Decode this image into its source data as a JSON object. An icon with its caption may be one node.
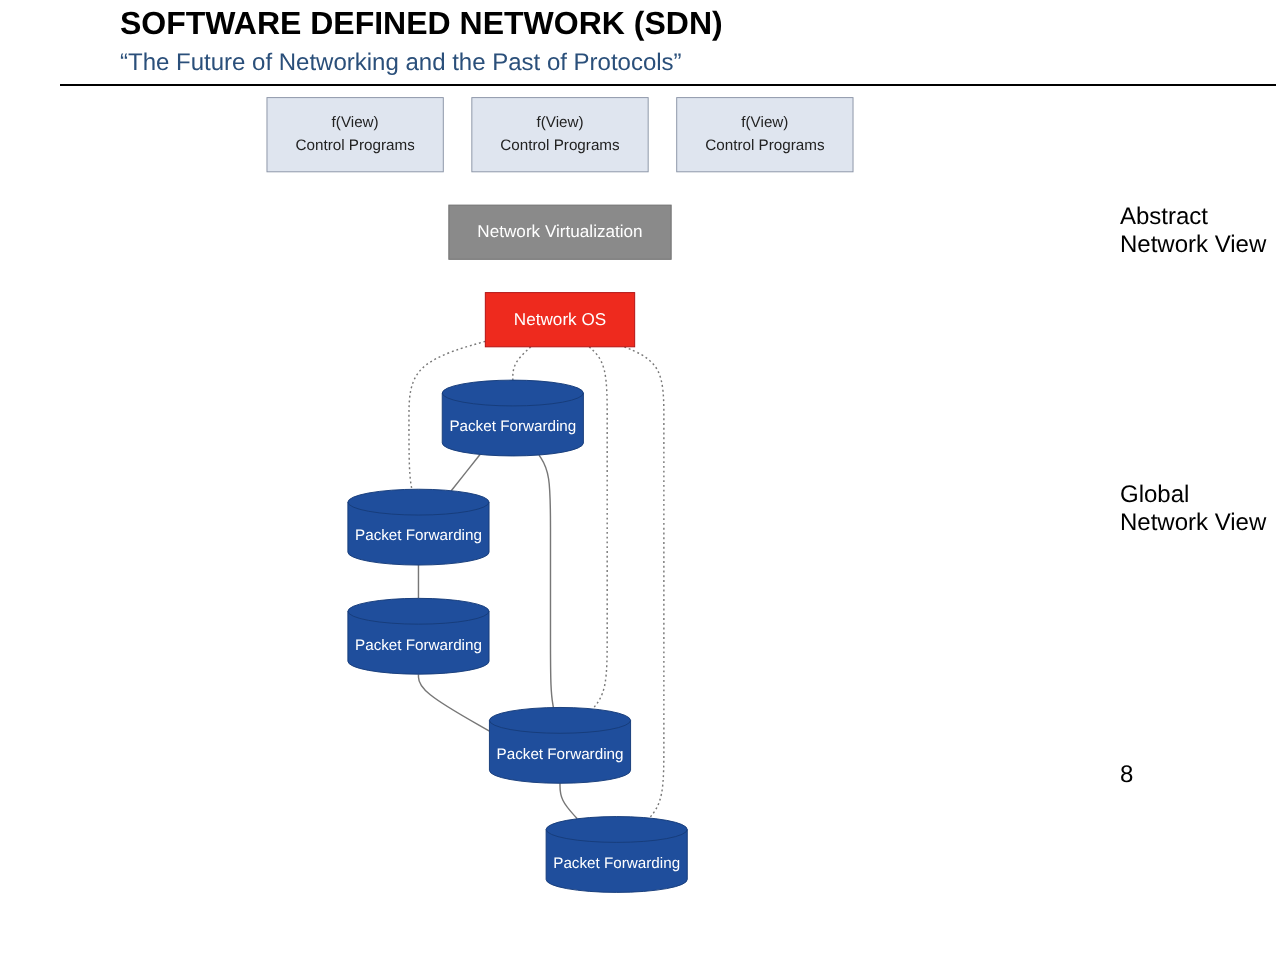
{
  "diagram": {
    "title": "SOFTWARE DEFINED NETWORK (SDN)",
    "nodes": [
      {
        "text": [
          "f(View)",
          "Control Programs"
        ]
      },
      {
        "text": [
          "f(View)",
          "Control Programs"
        ]
      },
      {
        "text": [
          "f(View)",
          "Control Programs"
        ]
      },
      {
        "text": [
          "Network Virtualization"
        ]
      },
      {
        "text": [
          "Network OS"
        ]
      },
      {
        "text": [
          "Packet Forwarding"
        ]
      },
      {
        "text": [
          "Packet Forwarding"
        ]
      },
      {
        "text": [
          "Packet Forwarding"
        ]
      },
      {
        "text": [
          "Packet Forwarding"
        ]
      },
      {
        "text": [
          "Packet Forwarding"
        ]
      }
    ],
    "edges": [
      {
        "from": 4,
        "to": 8,
        "arrow": "none",
        "style": "dashed"
      },
      {
        "from": 4,
        "to": 5,
        "arrow": "none",
        "style": "dashed"
      },
      {
        "from": 4,
        "to": 7,
        "arrow": "none",
        "style": "dashed"
      },
      {
        "from": 4,
        "to": 6,
        "arrow": "none",
        "style": "dashed"
      },
      {
        "from": 5,
        "to": 8,
        "arrow": "none"
      },
      {
        "from": 5,
        "to": 7,
        "arrow": "none"
      },
      {
        "from": 7,
        "to": 6,
        "arrow": "none"
      },
      {
        "from": 8,
        "to": 9,
        "arrow": "none"
      },
      {
        "from": 9,
        "to": 7,
        "arrow": "none"
      }
    ],
    "labels": [
      "“The Future of Networking and the Past of Protocols”",
      "Abstract Network View",
      "Global Network View",
      "8"
    ]
  }
}
